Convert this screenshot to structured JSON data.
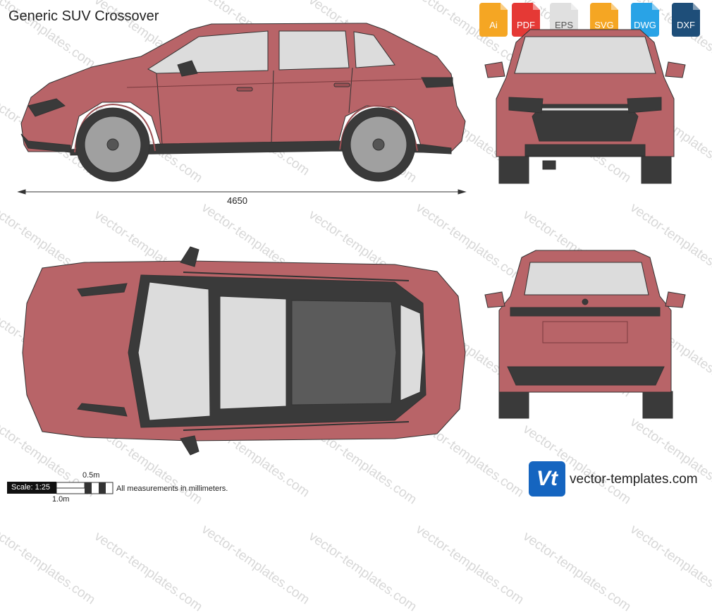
{
  "title": "Generic SUV Crossover",
  "formats": [
    {
      "label": "Ai",
      "color": "#f5a623"
    },
    {
      "label": "PDF",
      "color": "#e53935"
    },
    {
      "label": "EPS",
      "color": "#e0e0e0"
    },
    {
      "label": "SVG",
      "color": "#f5a623"
    },
    {
      "label": "DWG",
      "color": "#29a3e6"
    },
    {
      "label": "DXF",
      "color": "#1e4e79"
    }
  ],
  "dimensions": {
    "length": "4650"
  },
  "scale": {
    "label": "Scale: 1:25",
    "half": "0.5m",
    "full": "1.0m"
  },
  "note": "All measurements in millimeters.",
  "brand": {
    "logo": "Vt",
    "url": "vector-templates.com"
  },
  "watermark_text": "vector-templates.com",
  "colors": {
    "body": "#b86468",
    "body_shadow": "#9c5054",
    "glass": "#dcdcdc",
    "trim": "#3a3a3a",
    "roof": "#5b5b5b"
  }
}
